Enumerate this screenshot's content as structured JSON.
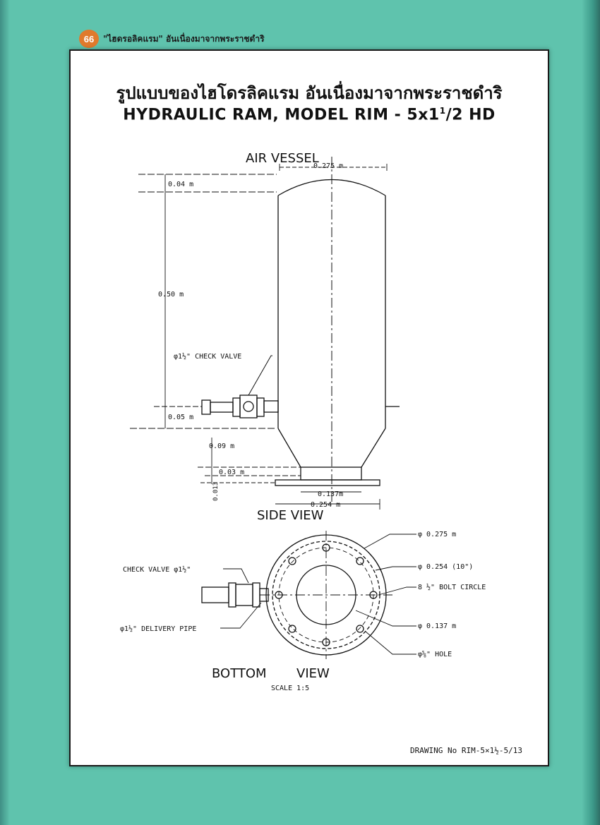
{
  "header": {
    "page_number": "66",
    "running_title": "\"ไฮดรอลิคแรม\" อันเนื่องมาจากพระราชดำริ"
  },
  "title": {
    "thai": "รูปแบบของไฮโดรลิคแรม อันเนื่องมาจากพระราชดำริ",
    "english_main": "HYDRAULIC RAM, MODEL RIM - 5x1",
    "english_sup": "1",
    "english_tail": "/2 HD"
  },
  "side_view": {
    "heading": "AIR VESSEL",
    "caption": "SIDE VIEW",
    "dim_width": "0.275 m",
    "dim_top": "0.04 m",
    "dim_height": "0.50 m",
    "dim_lower": "0.05 m",
    "dim_cone": "0.09 m",
    "dim_neck": "0.03 m",
    "dim_flange_thick": "0.013",
    "dim_neck_width": "0.137m",
    "dim_flange_width": "0.254 m",
    "check_valve_label": "φ1½\" CHECK VALVE"
  },
  "bottom_view": {
    "caption_left": "BOTTOM",
    "caption_right": "VIEW",
    "scale": "SCALE 1:5",
    "check_valve_label": "CHECK VALVE φ1½\"",
    "delivery_pipe_label": "φ1½\" DELIVERY PIPE",
    "dia_outer": "φ 0.275 m",
    "dia_flange": "φ 0.254 (10\")",
    "bolt_circle": "8 ½\" BOLT CIRCLE",
    "dia_inner": "φ 0.137 m",
    "hole": "φ⅝\" HOLE"
  },
  "drawing_number": "DRAWING No RIM-5×1½-5/13"
}
